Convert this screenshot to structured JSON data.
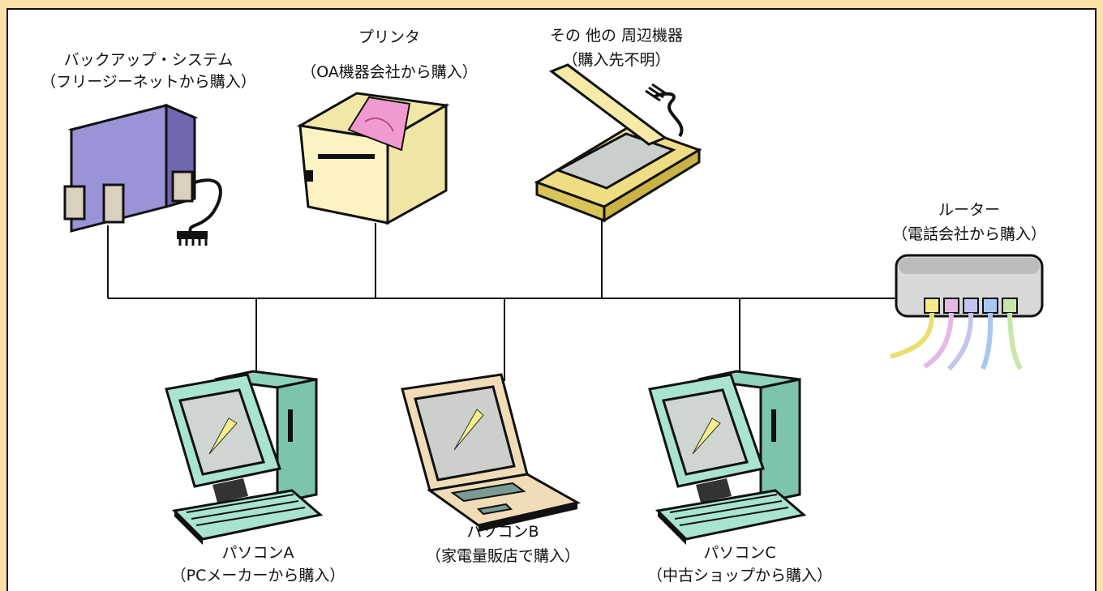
{
  "colors": {
    "page_background": "#fbe0a8",
    "canvas_background": "#ffffff",
    "line": "#111111",
    "pc_monitor": "#a8e4d0",
    "laptop": "#f0ddb8",
    "backup": "#9a93d8",
    "printer": "#fbf4c2",
    "scanner": "#f6eba6",
    "router": "#d8d8d8"
  },
  "devices": {
    "backup": {
      "icon": "external-drive-icon",
      "name": "バックアップ・システム",
      "source": "（フリージーネットから購入）"
    },
    "printer": {
      "icon": "printer-icon",
      "name": "プリンタ",
      "source": "（OA機器会社から購入）"
    },
    "peripheral": {
      "icon": "scanner-icon",
      "name": "その 他の 周辺機器",
      "source": "（購入先不明）"
    },
    "router": {
      "icon": "router-icon",
      "name": "ルーター",
      "source": "（電話会社から購入）"
    },
    "pc_a": {
      "icon": "desktop-computer-icon",
      "name": "パソコンA",
      "source": "（PCメーカーから購入）"
    },
    "pc_b": {
      "icon": "laptop-icon",
      "name": "パソコンB",
      "source": "（家電量販店で購入）"
    },
    "pc_c": {
      "icon": "desktop-computer-icon",
      "name": "パソコンC",
      "source": "（中古ショップから購入）"
    }
  }
}
